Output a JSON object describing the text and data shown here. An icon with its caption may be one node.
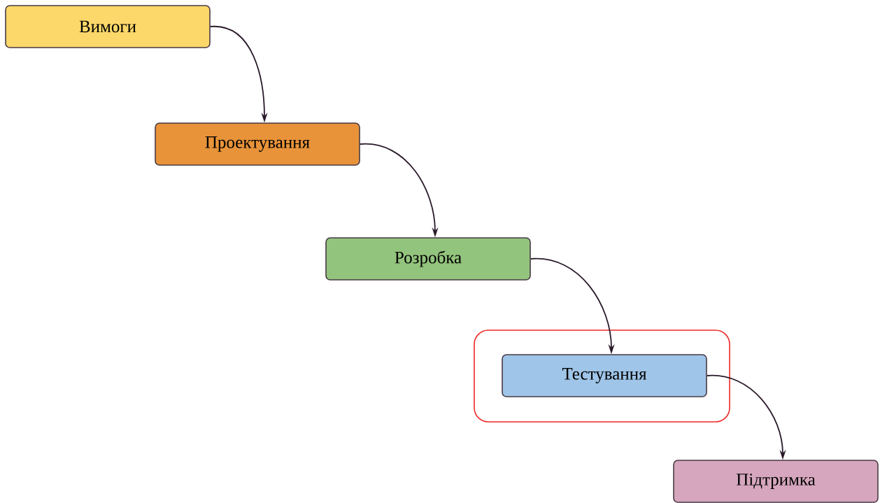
{
  "diagram": {
    "nodes": [
      {
        "text": [
          "Вимоги"
        ]
      },
      {
        "text": [
          "Проектування"
        ]
      },
      {
        "text": [
          "Розробка"
        ]
      },
      {
        "text": [],
        "shape": "box"
      },
      {
        "text": [
          "Тестування"
        ],
        "in": 3
      },
      {
        "text": [
          "Підтримка"
        ]
      }
    ],
    "edges": [
      {
        "from": 0,
        "to": 1,
        "arrow": "to"
      },
      {
        "from": 1,
        "to": 2,
        "arrow": "to"
      },
      {
        "from": 2,
        "to": 4,
        "arrow": "to"
      },
      {
        "from": 4,
        "to": 5,
        "arrow": "to"
      }
    ]
  }
}
